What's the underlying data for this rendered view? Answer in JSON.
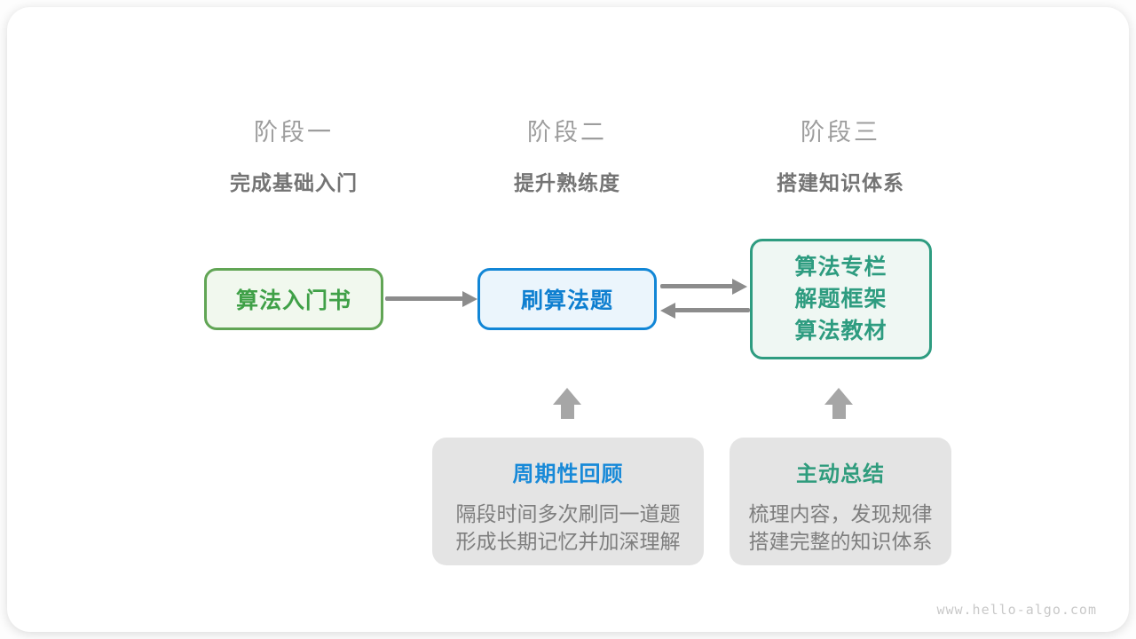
{
  "diagram": {
    "phases": [
      {
        "title": "阶段一",
        "subtitle": "完成基础入门"
      },
      {
        "title": "阶段二",
        "subtitle": "提升熟练度"
      },
      {
        "title": "阶段三",
        "subtitle": "搭建知识体系"
      }
    ],
    "flow": {
      "intro_book": "算法入门书",
      "practice": "刷算法题",
      "resources": [
        "算法专栏",
        "解题框架",
        "算法教材"
      ]
    },
    "notes": [
      {
        "title": "周期性回顾",
        "lines": [
          "隔段时间多次刷同一道题",
          "形成长期记忆并加深理解"
        ]
      },
      {
        "title": "主动总结",
        "lines": [
          "梳理内容，发现规律",
          "搭建完整的知识体系"
        ]
      }
    ],
    "watermark": "www.hello-algo.com",
    "colors": {
      "green_border": "#61a555",
      "green_text": "#3fa047",
      "green_fill": "#f1f8ee",
      "blue_border": "#1186d6",
      "blue_text": "#0e7fd0",
      "blue_fill": "#ebf5fc",
      "teal_border": "#2e9c80",
      "teal_fill": "#eff7f3",
      "panel_fill": "#e4e4e4",
      "note_title_blue": "#1789d8",
      "note_title_teal": "#2f9c7d",
      "body_gray": "#7e7e7e",
      "phase_title_gray": "#9d9d9d",
      "phase_subtitle_gray": "#747474",
      "arrow_gray": "#8c8c8c",
      "up_arrow_gray": "#a6a6a6",
      "watermark_gray": "#c9c9c9"
    }
  }
}
